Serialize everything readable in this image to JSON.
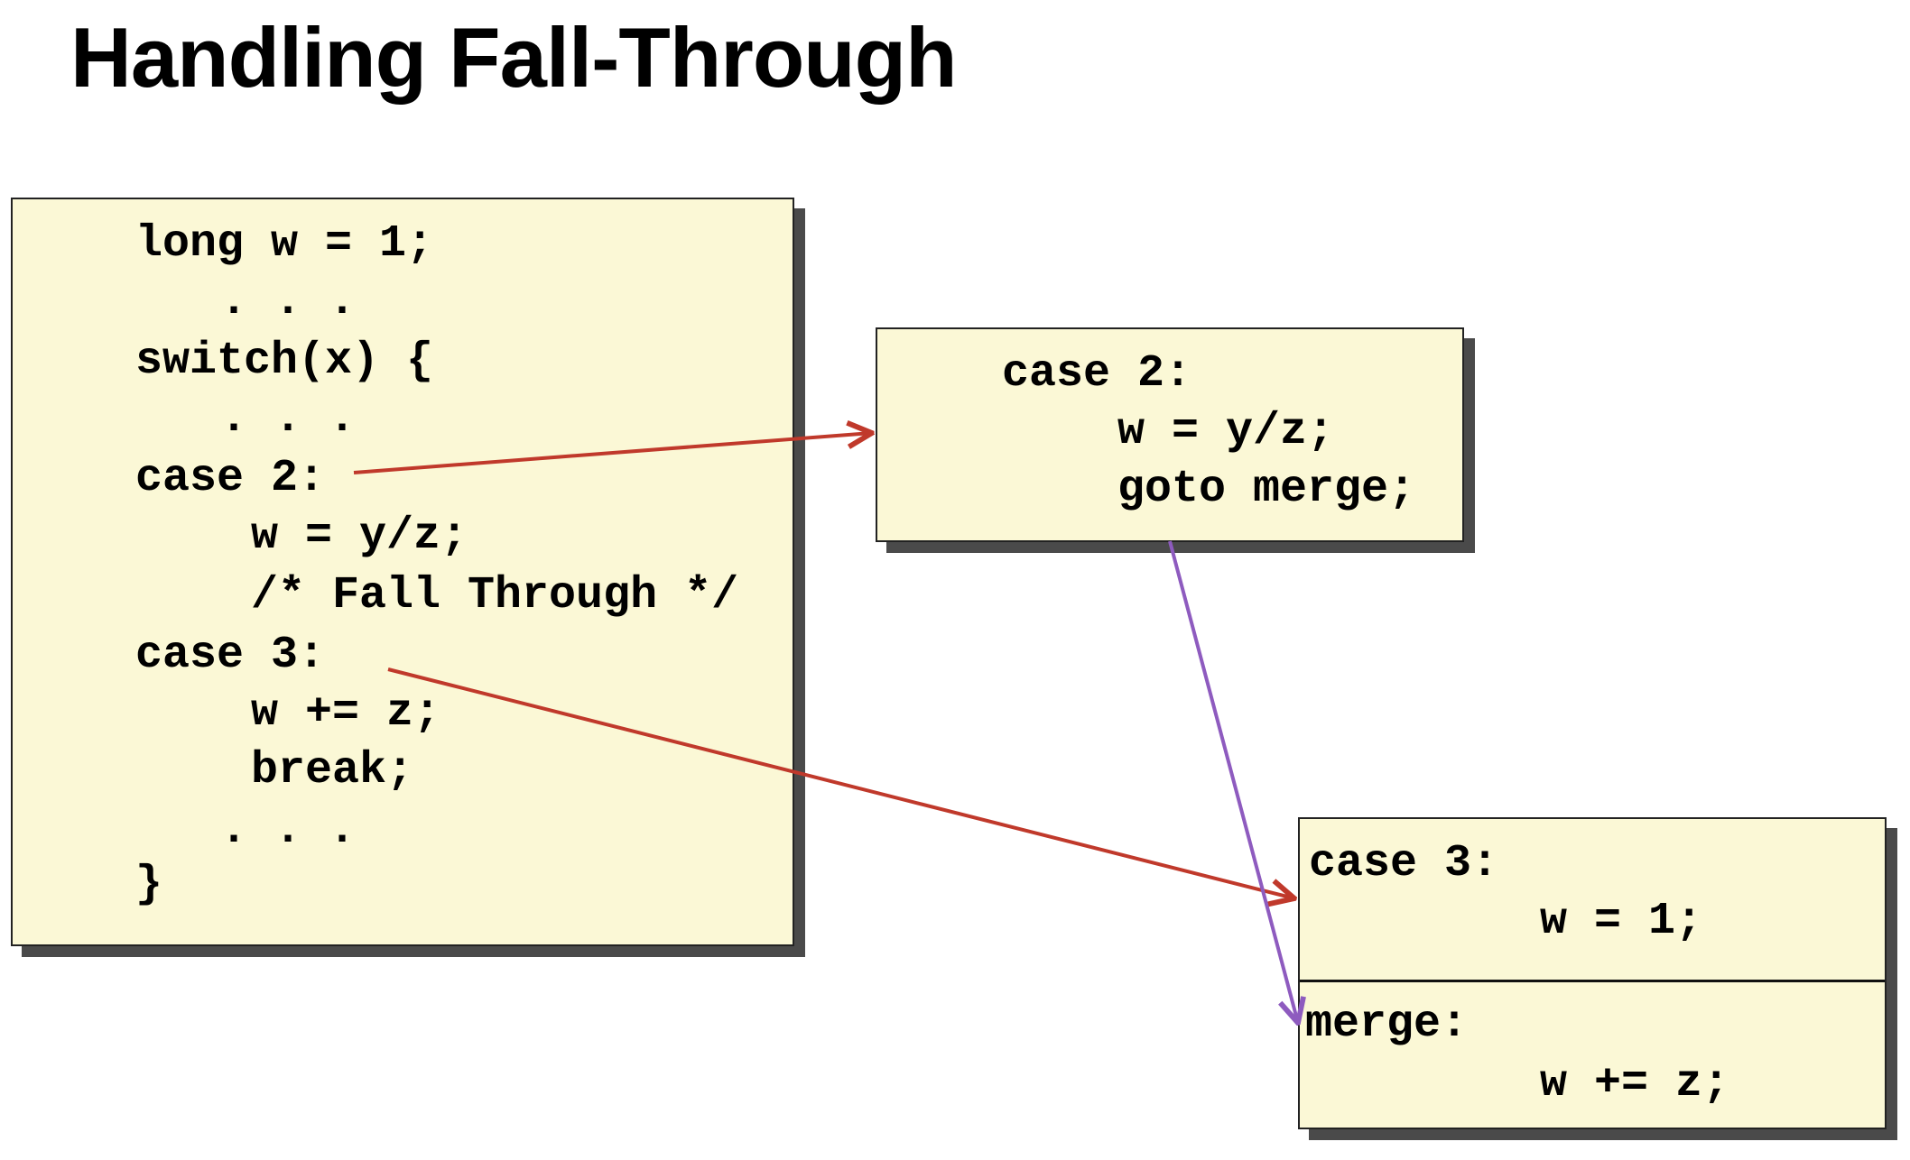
{
  "title": "Handling Fall-Through",
  "main_code": {
    "lines": [
      "long w = 1;",
      ". . .",
      "switch(x) {",
      ". . .",
      "case 2:",
      "w = y/z;",
      "/* Fall Through */",
      "case 3:",
      "w += z;",
      "break;",
      ". . .",
      "}"
    ]
  },
  "case2_block": {
    "lines": [
      "case 2:",
      "w = y/z;",
      "goto merge;"
    ]
  },
  "case3_block": {
    "top_lines": [
      "case 3:",
      "w = 1;"
    ],
    "bottom_lines": [
      "merge:",
      "w += z;"
    ]
  },
  "colors": {
    "box_fill": "#fbf8d6",
    "arrow_red": "#c0392b",
    "arrow_purple": "#8e5bbf",
    "shadow": "#4a4a4a"
  }
}
